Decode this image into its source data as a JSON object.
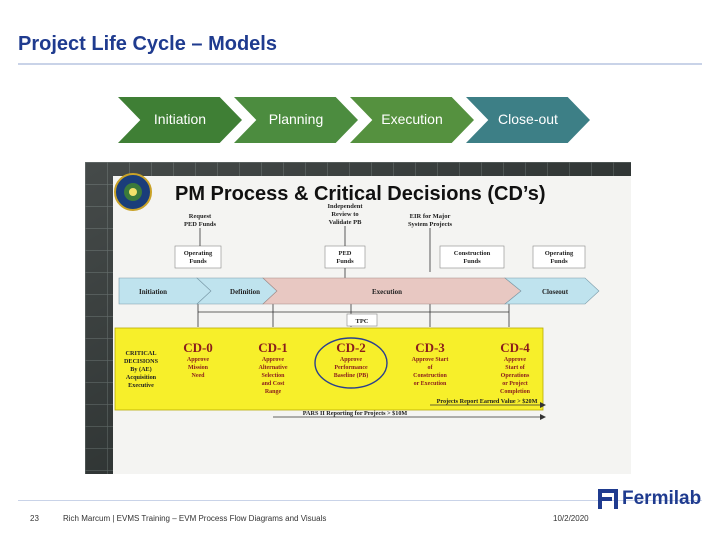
{
  "slide": {
    "title": "Project Life Cycle – Models",
    "page_number": "23",
    "footer_text": "Rich Marcum | EVMS Training – EVM Process Flow Diagrams and Visuals",
    "date": "10/2/2020",
    "logo_text": "Fermilab"
  },
  "phases": [
    "Initiation",
    "Planning",
    "Execution",
    "Close-out"
  ],
  "diagram": {
    "title": "PM Process & Critical Decisions (CD’s)",
    "top_labels": {
      "request": [
        "Request",
        "PED Funds"
      ],
      "review": [
        "Independent",
        "Review to",
        "Validate PB"
      ],
      "eir": [
        "EIR for Major",
        "System Projects"
      ]
    },
    "funds": {
      "operating_left": [
        "Operating",
        "Funds"
      ],
      "ped": [
        "PED",
        "Funds"
      ],
      "construction": [
        "Construction",
        "Funds"
      ],
      "operating_right": [
        "Operating",
        "Funds"
      ]
    },
    "process": {
      "initiation": "Initiation",
      "definition": "Definition",
      "execution": "Execution",
      "closeout": "Closeout"
    },
    "tpc": "TPC",
    "critical": [
      "CRITICAL",
      "DECISIONS",
      "By (AE)",
      "Acquisition",
      "Executive"
    ],
    "cds": [
      {
        "label": "CD-0",
        "desc": [
          "Approve",
          "Mission",
          "Need"
        ]
      },
      {
        "label": "CD-1",
        "desc": [
          "Approve",
          "Alternative",
          "Selection",
          "and Cost",
          "Range"
        ]
      },
      {
        "label": "CD-2",
        "desc": [
          "Approve",
          "Performance",
          "Baseline (PB)"
        ]
      },
      {
        "label": "CD-3",
        "desc": [
          "Approve Start",
          "of",
          "Construction",
          "or Execution"
        ]
      },
      {
        "label": "CD-4",
        "desc": [
          "Approve",
          "Start of",
          "Operations",
          "or Project",
          "Completion"
        ]
      }
    ],
    "report_ev": "Projects Report Earned Value > $20M",
    "pars": "PARS II Reporting for Projects > $10M"
  },
  "colors": {
    "title": "#1f3b8f",
    "diagram_frame": "#1d2322",
    "process_bar": "#e8c8c2",
    "cd_panel": "#f7ef2a",
    "cd_text": "#8a1c1c"
  }
}
